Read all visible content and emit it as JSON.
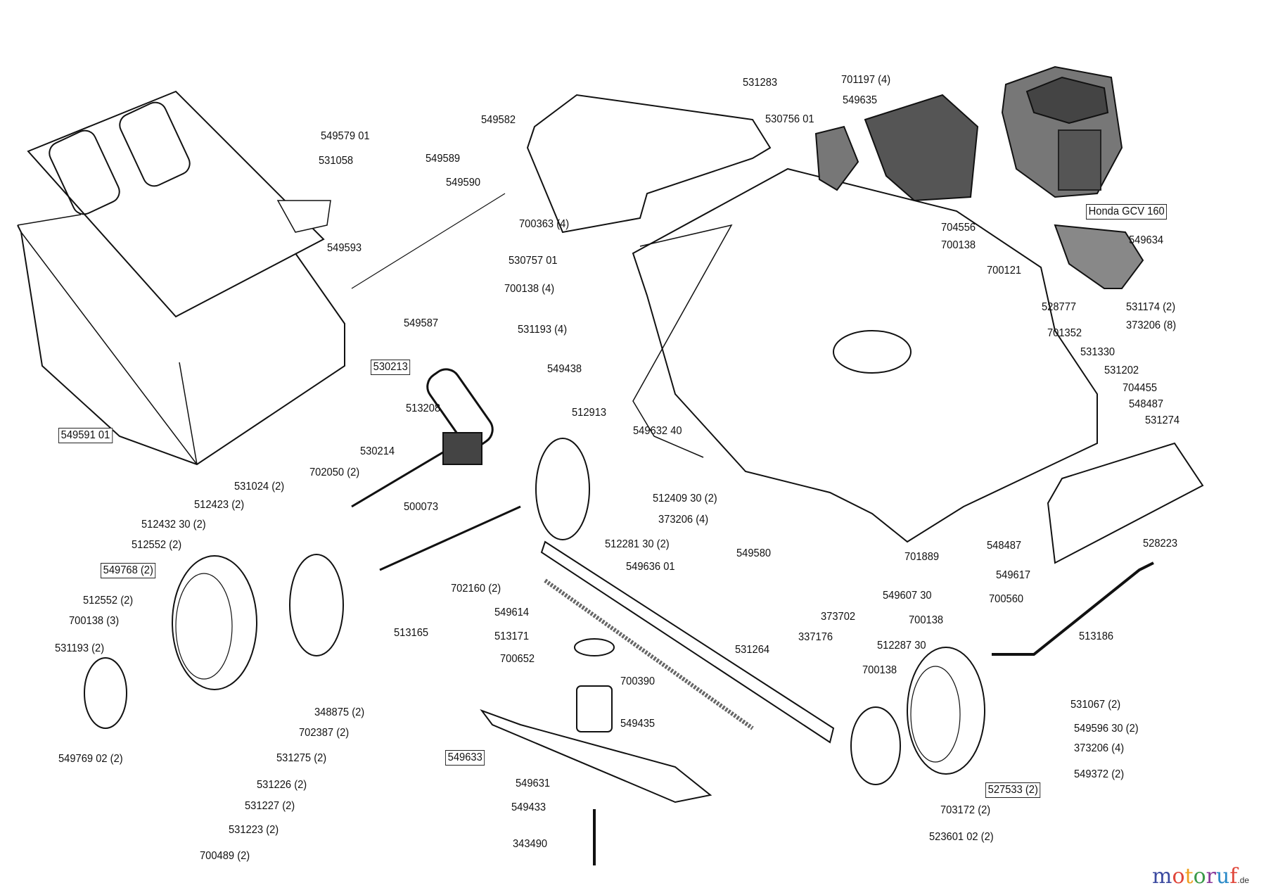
{
  "diagram": {
    "engine_label": "Honda GCV 160",
    "part_labels": [
      {
        "text": "549579 01",
        "boxed": false
      },
      {
        "text": "531058",
        "boxed": false
      },
      {
        "text": "549593",
        "boxed": false
      },
      {
        "text": "549591 01",
        "boxed": true
      },
      {
        "text": "549589",
        "boxed": false
      },
      {
        "text": "549590",
        "boxed": false
      },
      {
        "text": "549587",
        "boxed": false
      },
      {
        "text": "530213",
        "boxed": true
      },
      {
        "text": "513208",
        "boxed": false
      },
      {
        "text": "512913",
        "boxed": false
      },
      {
        "text": "549582",
        "boxed": false
      },
      {
        "text": "700363 (4)",
        "boxed": false
      },
      {
        "text": "530757 01",
        "boxed": false
      },
      {
        "text": "700138 (4)",
        "boxed": false
      },
      {
        "text": "531193 (4)",
        "boxed": false
      },
      {
        "text": "549438",
        "boxed": false
      },
      {
        "text": "531283",
        "boxed": false
      },
      {
        "text": "701197 (4)",
        "boxed": false
      },
      {
        "text": "549635",
        "boxed": false
      },
      {
        "text": "530756 01",
        "boxed": false
      },
      {
        "text": "Honda GCV 160",
        "boxed": true
      },
      {
        "text": "704556",
        "boxed": false
      },
      {
        "text": "700138",
        "boxed": false
      },
      {
        "text": "549634",
        "boxed": false
      },
      {
        "text": "700121",
        "boxed": false
      },
      {
        "text": "531174 (2)",
        "boxed": false
      },
      {
        "text": "373206 (8)",
        "boxed": false
      },
      {
        "text": "528777",
        "boxed": false
      },
      {
        "text": "701352",
        "boxed": false
      },
      {
        "text": "531330",
        "boxed": false
      },
      {
        "text": "531202",
        "boxed": false
      },
      {
        "text": "704455",
        "boxed": false
      },
      {
        "text": "548487",
        "boxed": false
      },
      {
        "text": "531274",
        "boxed": false
      },
      {
        "text": "549632 40",
        "boxed": false
      },
      {
        "text": "530214",
        "boxed": false
      },
      {
        "text": "702050 (2)",
        "boxed": false
      },
      {
        "text": "531024 (2)",
        "boxed": false
      },
      {
        "text": "512423 (2)",
        "boxed": false
      },
      {
        "text": "512432 30 (2)",
        "boxed": false
      },
      {
        "text": "512552 (2)",
        "boxed": false
      },
      {
        "text": "549768 (2)",
        "boxed": true
      },
      {
        "text": "512552 (2)",
        "boxed": false
      },
      {
        "text": "700138 (3)",
        "boxed": false
      },
      {
        "text": "531193 (2)",
        "boxed": false
      },
      {
        "text": "549769 02 (2)",
        "boxed": false
      },
      {
        "text": "500073",
        "boxed": false
      },
      {
        "text": "513165",
        "boxed": false
      },
      {
        "text": "512409 30 (2)",
        "boxed": false
      },
      {
        "text": "373206 (4)",
        "boxed": false
      },
      {
        "text": "512281 30 (2)",
        "boxed": false
      },
      {
        "text": "549636 01",
        "boxed": false
      },
      {
        "text": "702160 (2)",
        "boxed": false
      },
      {
        "text": "549614",
        "boxed": false
      },
      {
        "text": "513171",
        "boxed": false
      },
      {
        "text": "700652",
        "boxed": false
      },
      {
        "text": "700390",
        "boxed": false
      },
      {
        "text": "549435",
        "boxed": false
      },
      {
        "text": "348875 (2)",
        "boxed": false
      },
      {
        "text": "702387 (2)",
        "boxed": false
      },
      {
        "text": "531275 (2)",
        "boxed": false
      },
      {
        "text": "531226 (2)",
        "boxed": false
      },
      {
        "text": "531227 (2)",
        "boxed": false
      },
      {
        "text": "531223 (2)",
        "boxed": false
      },
      {
        "text": "700489 (2)",
        "boxed": false
      },
      {
        "text": "549633",
        "boxed": true
      },
      {
        "text": "549631",
        "boxed": false
      },
      {
        "text": "549433",
        "boxed": false
      },
      {
        "text": "343490",
        "boxed": false
      },
      {
        "text": "549580",
        "boxed": false
      },
      {
        "text": "373702",
        "boxed": false
      },
      {
        "text": "531264",
        "boxed": false
      },
      {
        "text": "337176",
        "boxed": false
      },
      {
        "text": "548487",
        "boxed": false
      },
      {
        "text": "701889",
        "boxed": false
      },
      {
        "text": "528223",
        "boxed": false
      },
      {
        "text": "549617",
        "boxed": false
      },
      {
        "text": "549607 30",
        "boxed": false
      },
      {
        "text": "700560",
        "boxed": false
      },
      {
        "text": "700138",
        "boxed": false
      },
      {
        "text": "512287 30",
        "boxed": false
      },
      {
        "text": "513186",
        "boxed": false
      },
      {
        "text": "700138",
        "boxed": false
      },
      {
        "text": "531067 (2)",
        "boxed": false
      },
      {
        "text": "549596 30 (2)",
        "boxed": false
      },
      {
        "text": "373206 (4)",
        "boxed": false
      },
      {
        "text": "549372 (2)",
        "boxed": false
      },
      {
        "text": "527533 (2)",
        "boxed": true
      },
      {
        "text": "703172 (2)",
        "boxed": false
      },
      {
        "text": "523601 02 (2)",
        "boxed": false
      }
    ]
  },
  "watermark": {
    "letters": [
      "m",
      "o",
      "t",
      "o",
      "r",
      "u",
      "f"
    ],
    "letter_colors": [
      "#3b4aa0",
      "#e0463a",
      "#f0a020",
      "#3a9a48",
      "#8a3a9a",
      "#2a8ac8",
      "#e0463a"
    ],
    "tld": ".de"
  }
}
